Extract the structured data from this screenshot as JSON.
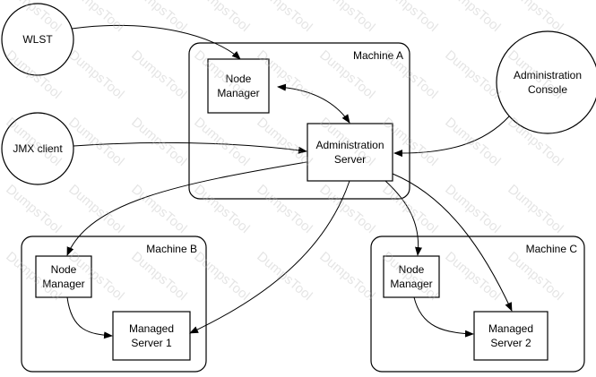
{
  "nodes": {
    "wlst": "WLST",
    "jmx": "JMX client",
    "console": "Administration\nConsole",
    "machine_a": "Machine A",
    "machine_b": "Machine B",
    "machine_c": "Machine C",
    "nm_a": "Node\nManager",
    "admin_server": "Administration\nServer",
    "nm_b": "Node\nManager",
    "ms1": "Managed\nServer 1",
    "nm_c": "Node\nManager",
    "ms2": "Managed\nServer 2"
  },
  "watermark": "DumpsTool"
}
